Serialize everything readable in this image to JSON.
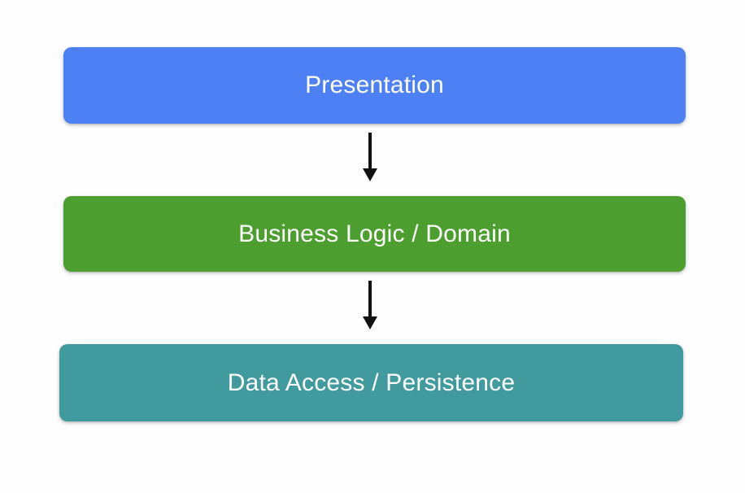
{
  "diagram": {
    "type": "layered-architecture",
    "orientation": "vertical-top-down",
    "background_color": "#fefefe",
    "layers": [
      {
        "id": "presentation",
        "label": "Presentation",
        "fill_color": "#4e80f5",
        "text_color": "#ffffff",
        "order": 1
      },
      {
        "id": "business",
        "label": "Business Logic / Domain",
        "fill_color": "#4c9e2f",
        "text_color": "#ffffff",
        "order": 2
      },
      {
        "id": "data",
        "label": "Data Access / Persistence",
        "fill_color": "#419a9e",
        "text_color": "#ffffff",
        "order": 3
      }
    ],
    "connectors": [
      {
        "id": "presentation-to-business",
        "from": "presentation",
        "to": "business",
        "direction": "down",
        "color": "#111111",
        "head": "solid-triangle"
      },
      {
        "id": "business-to-data",
        "from": "business",
        "to": "data",
        "direction": "down",
        "color": "#111111",
        "head": "solid-triangle"
      }
    ]
  }
}
